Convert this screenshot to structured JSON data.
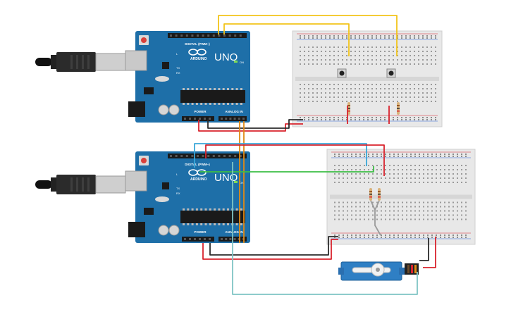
{
  "boards": [
    {
      "id": "arduino-top",
      "model_label": "UNO",
      "brand_label": "ARDUINO",
      "digital_label": "DIGITAL (PWM~)",
      "power_label": "POWER",
      "analog_label": "ANALOG IN",
      "on_label": "ON",
      "tx_label": "TX",
      "rx_label": "RX",
      "l_label": "L"
    },
    {
      "id": "arduino-bottom",
      "model_label": "UNO",
      "brand_label": "ARDUINO",
      "digital_label": "DIGITAL (PWM~)",
      "power_label": "POWER",
      "analog_label": "ANALOG IN",
      "on_label": "ON",
      "tx_label": "TX",
      "rx_label": "RX",
      "l_label": "L"
    }
  ],
  "breadboards": [
    {
      "id": "breadboard-top",
      "components": [
        "pushbutton",
        "pushbutton",
        "resistor",
        "resistor"
      ]
    },
    {
      "id": "breadboard-bottom",
      "components": [
        "resistor",
        "resistor"
      ]
    }
  ],
  "devices": [
    {
      "id": "servo-motor",
      "type": "servo"
    }
  ],
  "wire_colors": {
    "yellow": "#f2c41a",
    "red": "#d9232d",
    "black": "#2b2b2b",
    "blue": "#3aa7d9",
    "green": "#3cbf45",
    "orange": "#e08a14",
    "teal": "#7fc4c4"
  },
  "board_colors": {
    "arduino": "#1e6fa8",
    "breadboard": "#e8e8e8",
    "servo": "#2f7fc4"
  }
}
